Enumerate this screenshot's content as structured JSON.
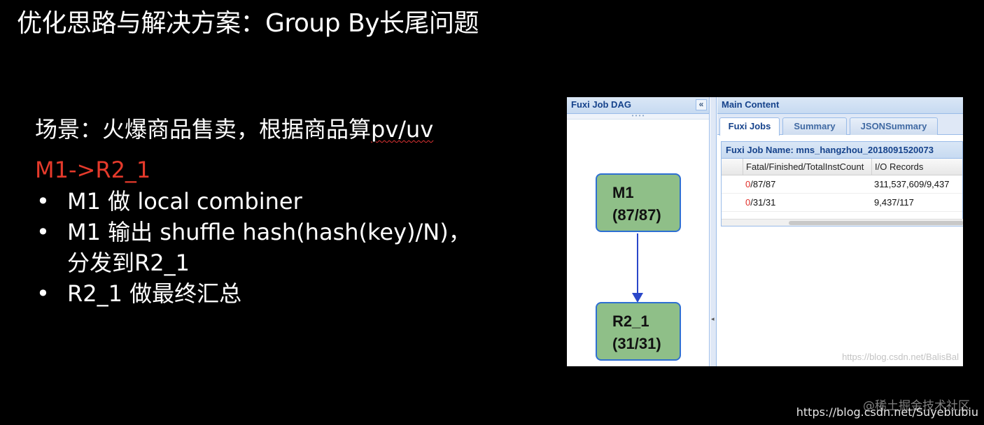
{
  "slide": {
    "title": "优化思路与解决方案：Group By长尾问题",
    "scenario_prefix": "场景：火爆商品售卖，根据商品算",
    "scenario_suffix": "pv/uv",
    "stage": "M1->R2_1",
    "bullet_symbol": "•",
    "bullets": [
      "M1 做 local combiner",
      "M1 输出 shuffle hash(hash(key)/N)，",
      "分发到R2_1",
      "R2_1 做最终汇总"
    ]
  },
  "screenshot": {
    "dag_panel": {
      "title": "Fuxi Job DAG",
      "collapse_icon": "«",
      "grip": "• • • •",
      "nodes": [
        {
          "name": "M1",
          "count": "(87/87)"
        },
        {
          "name": "R2_1",
          "count": "(31/31)"
        }
      ]
    },
    "main_panel": {
      "title": "Main Content",
      "tabs": [
        "Fuxi Jobs",
        "Summary",
        "JSONSummary"
      ],
      "active_tab": "Fuxi Jobs",
      "job_name": "Fuxi Job Name: mns_hangzhou_2018091520073",
      "columns": [
        "Fatal/Finished/TotalInstCount",
        "I/O Records"
      ],
      "rows": [
        {
          "fatal": "0",
          "rest": "/87/87",
          "io": "311,537,609/9,437"
        },
        {
          "fatal": "0",
          "rest": "/31/31",
          "io": "9,437/117"
        }
      ]
    },
    "watermark": "https://blog.csdn.net/BalisBal"
  },
  "watermarks": {
    "site_cn": "@稀土掘金技术社区",
    "url": "https://blog.csdn.net/Suyebiubiu"
  },
  "colors": {
    "background": "#000000",
    "accent_red": "#e53a2b",
    "node_fill": "#8fbf88",
    "node_border": "#2e6fd2",
    "edge": "#2a47c9",
    "panel_header": "#15428b"
  }
}
